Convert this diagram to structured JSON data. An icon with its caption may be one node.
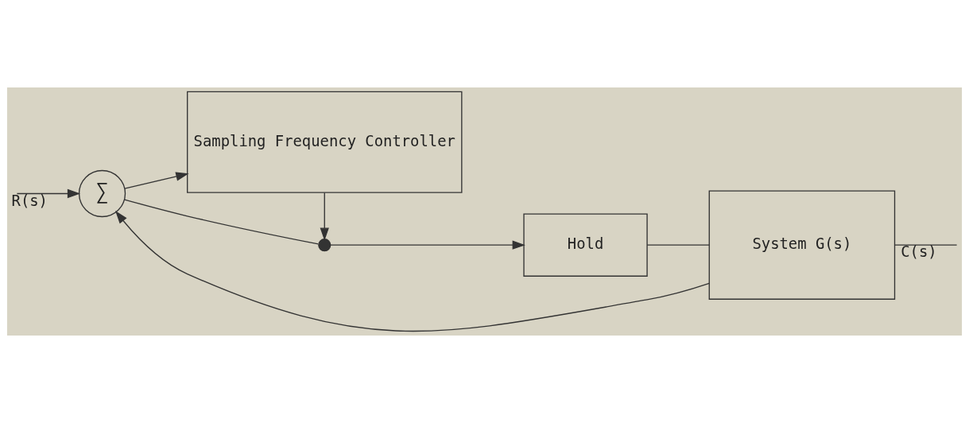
{
  "diagram": {
    "nodes": [
      {
        "text": [
          "∑"
        ]
      },
      {
        "text": [
          "Sampling Frequency Controller"
        ]
      },
      {
        "text": [],
        "shape": "switch"
      },
      {
        "text": [
          "Hold"
        ]
      },
      {
        "text": [
          "System G(s)"
        ]
      }
    ],
    "edges": [
      {
        "from": null,
        "to": 0,
        "arrow": "to",
        "label": "R(s)"
      },
      {
        "from": 0,
        "to": 1,
        "arrow": "to"
      },
      {
        "from": 1,
        "to": 2,
        "arrow": "to"
      },
      {
        "from": 0,
        "to": 2,
        "arrow": "none"
      },
      {
        "from": 2,
        "to": 3,
        "arrow": "to"
      },
      {
        "from": 3,
        "to": 4,
        "arrow": "none"
      },
      {
        "from": 4,
        "to": null,
        "arrow": "none",
        "label": "C(s)"
      },
      {
        "from": 4,
        "to": 0,
        "arrow": "to"
      }
    ]
  }
}
